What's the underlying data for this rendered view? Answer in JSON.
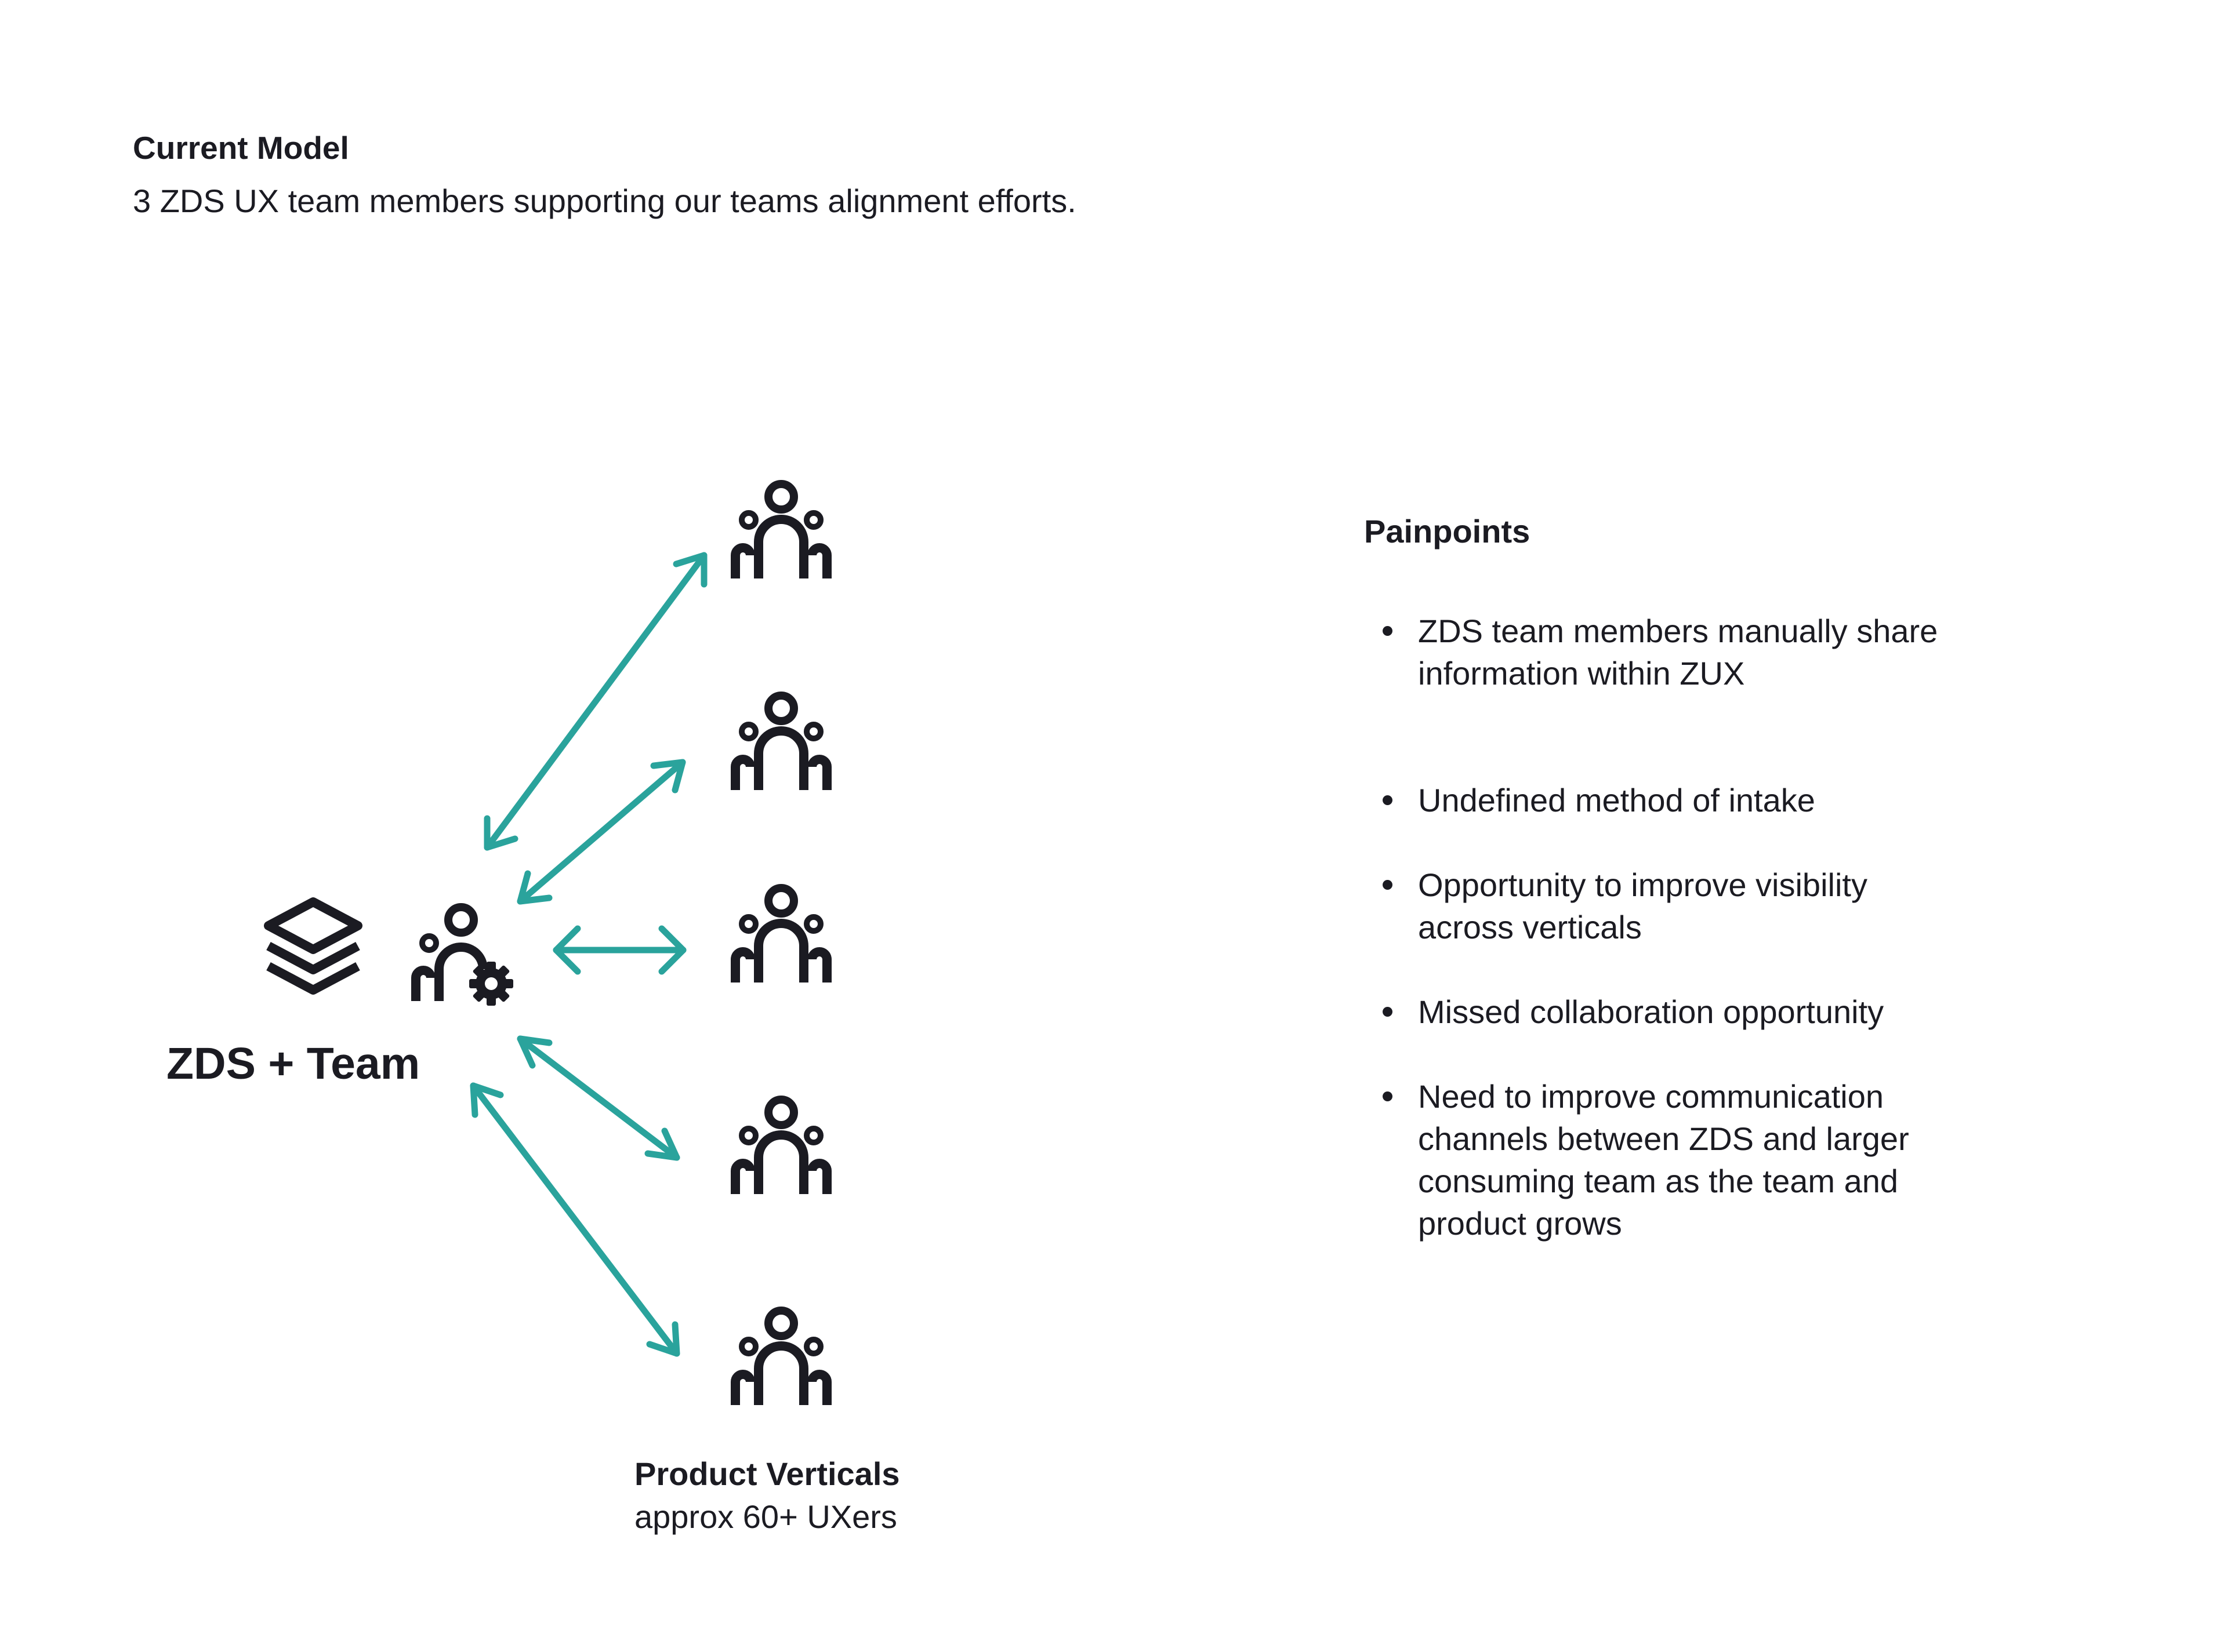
{
  "header": {
    "title": "Current Model",
    "subtitle": "3 ZDS UX team members supporting our teams alignment efforts."
  },
  "hub": {
    "label": "ZDS + Team",
    "icons": [
      "layers-icon",
      "team-settings-icon"
    ]
  },
  "verticals": {
    "title": "Product Verticals",
    "subtitle": "approx 60+ UXers",
    "icon": "group-icon",
    "count": 5
  },
  "painpoints": {
    "title": "Painpoints",
    "items": [
      "ZDS team members manually share information within ZUX",
      "Undefined method of intake",
      "Opportunity to improve visibility across verticals",
      "Missed collaboration opportunity",
      "Need to improve communication channels between ZDS and larger consuming team as the team and product grows"
    ]
  },
  "colors": {
    "arrow": "#2aa39c",
    "icon": "#1b1b22",
    "text": "#1b1b22",
    "background": "#ffffff"
  }
}
